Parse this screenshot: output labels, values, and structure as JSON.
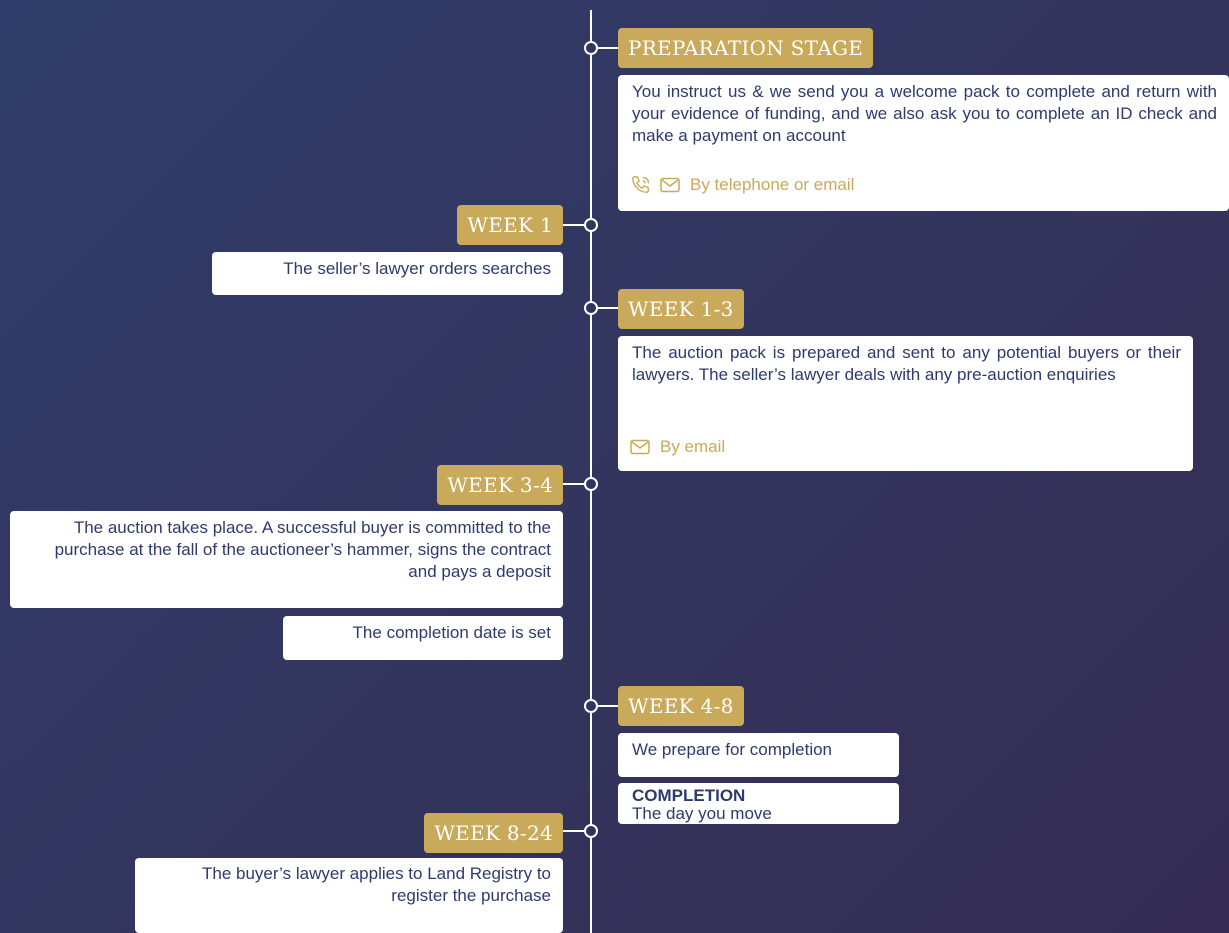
{
  "stages": [
    {
      "label": "PREPARATION STAGE",
      "cards": [
        {
          "text": "You instruct us & we send you a welcome pack to complete and return with your evidence of funding, and we also ask you to complete an ID check and make a payment on account",
          "contact": {
            "icons": [
              "phone-icon",
              "email-icon"
            ],
            "text": "By telephone or email"
          }
        }
      ]
    },
    {
      "label": "WEEK 1",
      "cards": [
        {
          "text": "The seller’s lawyer orders searches"
        }
      ]
    },
    {
      "label": "WEEK 1-3",
      "cards": [
        {
          "text": "The auction pack is prepared and sent to any potential buyers or their lawyers. The seller’s lawyer deals with any pre-auction enquiries",
          "contact": {
            "icons": [
              "email-icon"
            ],
            "text": "By email"
          }
        }
      ]
    },
    {
      "label": "WEEK 3-4",
      "cards": [
        {
          "text": "The auction takes place. A successful buyer is committed to the purchase at the fall of the auctioneer’s hammer, signs the contract and pays a deposit"
        },
        {
          "text": "The completion date is set"
        }
      ]
    },
    {
      "label": "WEEK 4-8",
      "cards": [
        {
          "text": "We prepare for completion"
        },
        {
          "title": "COMPLETION",
          "text": "The day you move"
        }
      ]
    },
    {
      "label": "WEEK 8-24",
      "cards": [
        {
          "text": "The buyer’s lawyer applies to Land Registry to register the purchase"
        }
      ]
    }
  ],
  "colors": {
    "gold": "#c9a95a",
    "navy_text": "#2e3a6e",
    "line": "#ffffff"
  }
}
